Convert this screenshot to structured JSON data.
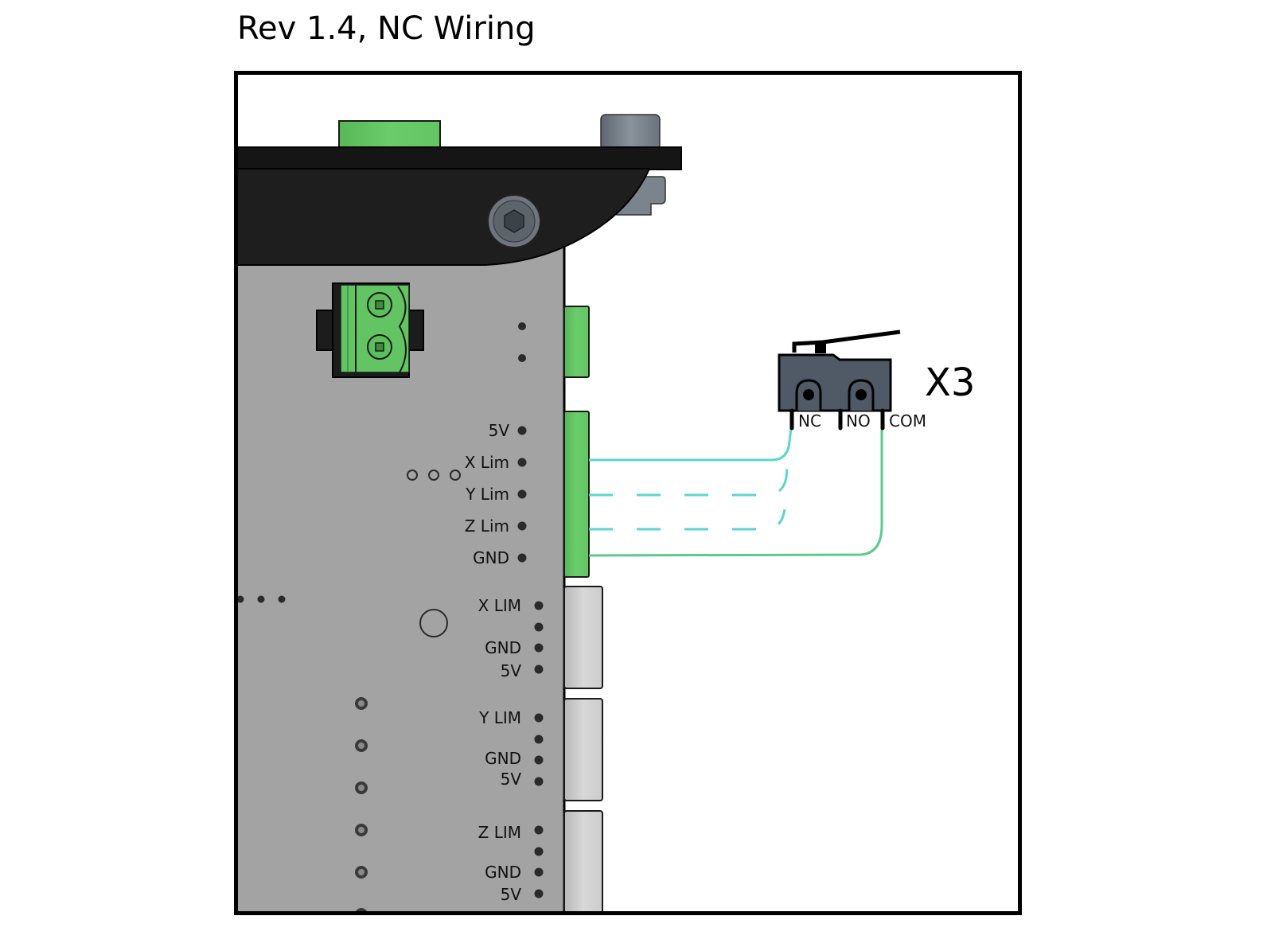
{
  "title": "Rev 1.4, NC Wiring",
  "switch": {
    "label": "X3",
    "pins": [
      "NC",
      "NO",
      "COM"
    ]
  },
  "board": {
    "endstop_header_labels": [
      "5V",
      "X Lim",
      "Y Lim",
      "Z Lim",
      "GND"
    ],
    "connectors": [
      {
        "name": "X LIM",
        "pins": [
          "X LIM",
          "",
          "GND",
          "5V"
        ]
      },
      {
        "name": "Y LIM",
        "pins": [
          "Y LIM",
          "",
          "GND",
          "5V"
        ]
      },
      {
        "name": "Z LIM",
        "pins": [
          "Z LIM",
          "",
          "GND",
          "5V"
        ]
      }
    ]
  },
  "wires": [
    {
      "from": "X Lim",
      "to": "NC",
      "style": "solid",
      "color": "#5ad6cc"
    },
    {
      "from": "Y Lim",
      "to": "NC",
      "style": "dashed",
      "color": "#5ad6cc"
    },
    {
      "from": "Z Lim",
      "to": "NC",
      "style": "dashed",
      "color": "#5ad6cc"
    },
    {
      "from": "GND",
      "to": "COM",
      "style": "solid",
      "color": "#5cc98a"
    }
  ],
  "colors": {
    "pcb": "#a3a3a3",
    "bracket": "#1c1c1c",
    "terminal_green": "#63c463",
    "connector_gray": "#cfcfcf",
    "switch_body": "#4f5a66",
    "wire_signal": "#5ad6cc",
    "wire_ground": "#5cc98a"
  }
}
